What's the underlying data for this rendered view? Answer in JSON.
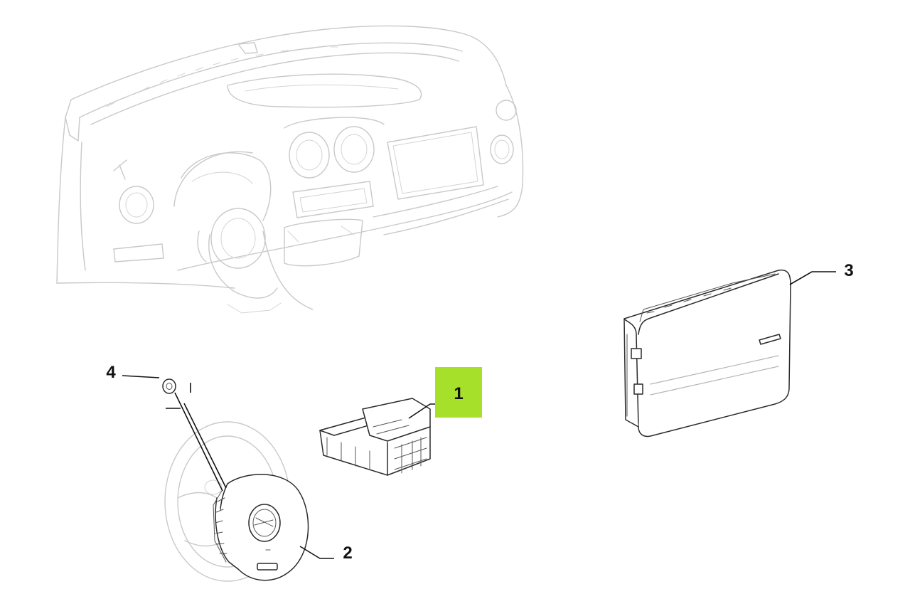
{
  "callouts": [
    {
      "id": "1",
      "label": "1",
      "highlighted": true
    },
    {
      "id": "2",
      "label": "2",
      "highlighted": false
    },
    {
      "id": "3",
      "label": "3",
      "highlighted": false
    },
    {
      "id": "4",
      "label": "4",
      "highlighted": false
    }
  ],
  "colors": {
    "highlight": "#a6e02a",
    "ghost_line": "#c9c9c9",
    "part_line": "#2a2a2a",
    "background": "#ffffff"
  },
  "parts": [
    {
      "ref": "1",
      "name": "control-unit"
    },
    {
      "ref": "2",
      "name": "driver-airbag"
    },
    {
      "ref": "3",
      "name": "passenger-airbag"
    },
    {
      "ref": "4",
      "name": "washer"
    }
  ]
}
